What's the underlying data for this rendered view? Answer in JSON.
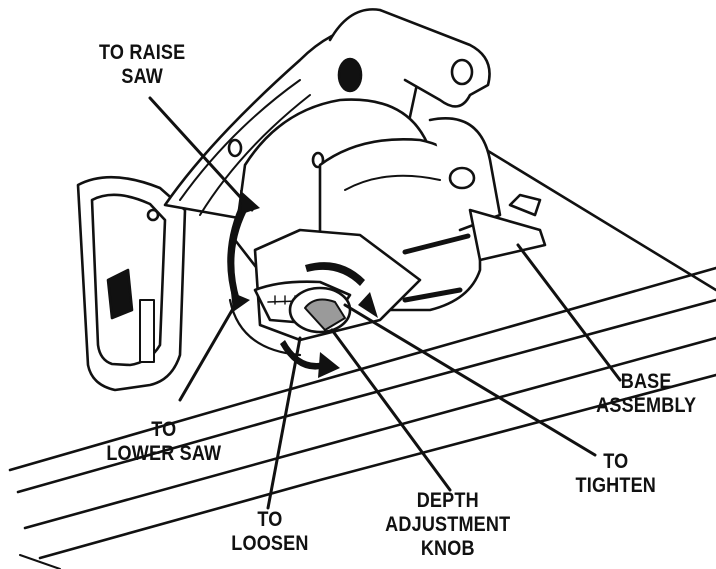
{
  "labels": {
    "raise_saw": [
      "TO RAISE",
      "SAW"
    ],
    "lower_saw": [
      "TO",
      "LOWER SAW"
    ],
    "loosen": [
      "TO",
      "LOOSEN"
    ],
    "depth_knob": [
      "DEPTH",
      "ADJUSTMENT",
      "KNOB"
    ],
    "tighten": [
      "TO",
      "TIGHTEN"
    ],
    "base_assembly": [
      "BASE",
      "ASSEMBLY"
    ]
  },
  "colors": {
    "ink": "#111111",
    "paper": "#ffffff",
    "shade": "#9a9a9a"
  },
  "icons": [
    "circular-saw-illustration",
    "curved-arrow-icon",
    "leader-line"
  ]
}
